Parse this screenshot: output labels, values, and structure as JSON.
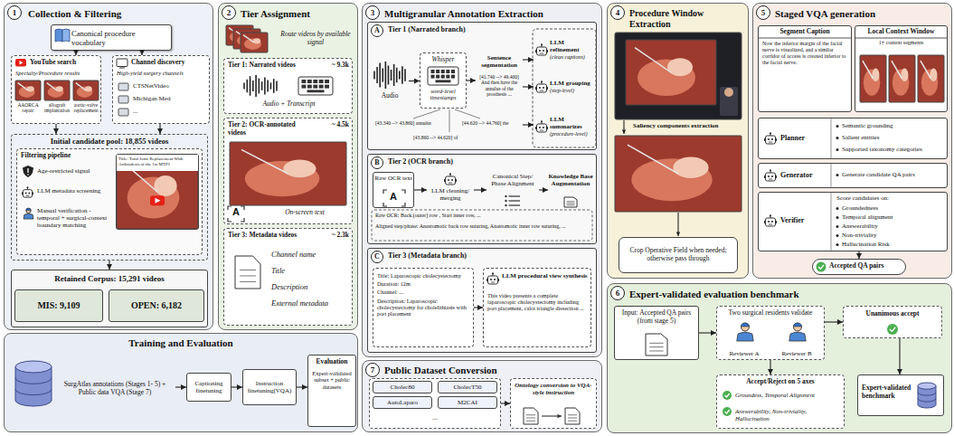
{
  "diagram": {
    "nodes": [
      {
        "text": [
          "Collection & Filtering"
        ]
      },
      {
        "text": [
          "1"
        ],
        "in": 0
      },
      {
        "text": [
          "Canonical procedure vocabulary"
        ],
        "in": 0
      },
      {
        "text": [
          "YouTube search",
          "Specialty/Procedure results",
          "AAORCA repair",
          "allograft implantation",
          "aortic-valve replacement"
        ],
        "in": 0
      },
      {
        "text": [
          "Channel discovery",
          "High-yield surgery channels",
          "CTSNetVideo",
          "Michigan Med",
          "..."
        ],
        "in": 0
      },
      {
        "text": [
          "Initial candidate pool: 18,855 videos"
        ],
        "in": 0
      },
      {
        "text": [
          "Filtering pipeline",
          "Age-restricted signal",
          "LLM metadata screening",
          "Manual verification - temporal + surgical-context boundary matching"
        ],
        "in": 5
      },
      {
        "text": [
          "Title: Total Joint Replacement With Arthrodesis of the 1st MTPJ"
        ],
        "in": 6
      },
      {
        "text": [
          "Retained Corpus: 15,291 videos"
        ],
        "in": 0
      },
      {
        "text": [
          "MIS: 9,109"
        ],
        "in": 8
      },
      {
        "text": [
          "OPEN: 6,182"
        ],
        "in": 8
      },
      {
        "text": [
          "Tier Assignment",
          "Route videos by available signal"
        ]
      },
      {
        "text": [
          "2"
        ],
        "in": 11
      },
      {
        "text": [
          "Tier 1: Narrated videos",
          "~ 9.3k",
          "Audio + Transcript"
        ],
        "in": 11
      },
      {
        "text": [
          "Tier 2: OCR-annotated videos",
          "~ 4.5k",
          "On-screen text"
        ],
        "in": 11
      },
      {
        "text": [
          "Tier 3: Metadata videos",
          "~ 2.3k",
          "Channel name",
          "Title",
          "Description",
          "External metadata"
        ],
        "in": 11
      },
      {
        "text": [
          "Multigranular Annotation Extraction"
        ]
      },
      {
        "text": [
          "3"
        ],
        "in": 16
      },
      {
        "text": [
          "Tier 1 (Narrated branch)",
          "[43.340 --> 43.860] annulus",
          "[44.620 --> 44.760] the",
          "[43.860 --> 44.620] of"
        ],
        "in": 16
      },
      {
        "text": [
          "A"
        ],
        "in": 18
      },
      {
        "text": [
          "Audio"
        ],
        "in": 18
      },
      {
        "text": [
          "Whisper",
          "word-level timestamps"
        ],
        "in": 18
      },
      {
        "text": [
          "Sentence segmentation",
          "[41.740 --> 49.400] And then have the annulus of the prosthesis ..."
        ],
        "in": 18
      },
      {
        "text": [
          "LLM refinement",
          "(clean captions)"
        ],
        "in": 18
      },
      {
        "text": [
          "LLM grouping",
          "(step-level)"
        ],
        "in": 18
      },
      {
        "text": [
          "LLM summarizes",
          "(procedure-level)"
        ],
        "in": 18
      },
      {
        "text": [
          "Tier 2 (OCR branch)",
          "Raw OCR: Back.(outer) row , Start inner row, ...",
          "Aligned step/phase: Anastomotic back row suturing, Anastomotic inner row suturing, ..."
        ],
        "in": 16
      },
      {
        "text": [
          "B"
        ],
        "in": 26
      },
      {
        "text": [
          "Raw OCR text"
        ],
        "in": 26
      },
      {
        "text": [
          "LLM cleaning/ merging"
        ],
        "in": 26
      },
      {
        "text": [
          "Canonical Step/ Phase Alignment"
        ],
        "in": 26
      },
      {
        "text": [
          "Knowledge Base Augmentation"
        ],
        "in": 26
      },
      {
        "text": [
          "Tier 3 (Metadata branch)"
        ],
        "in": 16
      },
      {
        "text": [
          "C"
        ],
        "in": 32
      },
      {
        "text": [
          "Title: Laparoscopic cholecystectomy",
          "Duration: 12m",
          "Channel: ...",
          "Description: Laparoscopic cholecystectomy for cholelithiasis with port placement"
        ],
        "in": 32
      },
      {
        "text": [
          "LLM procedural view synthesis",
          "This video presents a complete laparoscopic cholecystectomy including port placement, calot triangle dissection ..."
        ],
        "in": 32
      },
      {
        "text": [
          "Procedure Window Extraction",
          "Saliency components extraction"
        ]
      },
      {
        "text": [
          "4"
        ],
        "in": 36
      },
      {
        "text": [
          "Crop Operative Field when needed; otherwise pass through"
        ],
        "in": 36
      },
      {
        "text": [
          "Staged VQA generation"
        ]
      },
      {
        "text": [
          "5"
        ],
        "in": 39
      },
      {
        "text": [
          "Segment Caption",
          "Now the inferior margin of the facial nerve is visualized, and a similar corridor of access is created inferior to the facial nerve."
        ],
        "in": 39
      },
      {
        "text": [
          "Local Context Window",
          "1± context segments"
        ],
        "in": 39
      },
      {
        "text": [
          "Planner",
          "Semantic grounding",
          "Salient entities",
          "Supported taxonomy categories"
        ],
        "in": 39
      },
      {
        "text": [
          "Generator",
          "Generate candidate QA pairs"
        ],
        "in": 39
      },
      {
        "text": [
          "Verifier",
          "Score candidates on:",
          "Groundedness",
          "Temporal alignment",
          "Answerability",
          "Non-triviality",
          "Hallucination Risk"
        ],
        "in": 39
      },
      {
        "text": [
          "Accepted QA pairs"
        ],
        "in": 39
      },
      {
        "text": [
          "Expert-validated evaluation benchmark"
        ]
      },
      {
        "text": [
          "6"
        ],
        "in": 47
      },
      {
        "text": [
          "Input: Accepted QA pairs (from stage 5)"
        ],
        "in": 47
      },
      {
        "text": [
          "Two surgical residents validate",
          "Reviewer A",
          "Reviewer B"
        ],
        "in": 47
      },
      {
        "text": [
          "Unanimous accept"
        ],
        "in": 47
      },
      {
        "text": [
          "Accept/Reject on 5 axes",
          "Groundess, Temporal Alignment",
          "Answerability, Non-triviality, Hallucination"
        ],
        "in": 47
      },
      {
        "text": [
          "Expert-validated benchmark"
        ],
        "in": 47
      },
      {
        "text": [
          "Training and Evaluation"
        ]
      },
      {
        "text": [
          "SurgAtlas annotations (Stages 1- 5) + Public data VQA (Stage 7)"
        ],
        "in": 54
      },
      {
        "text": [
          "Captioning finetuning"
        ],
        "in": 54
      },
      {
        "text": [
          "Instruction finetuning(VQA)"
        ],
        "in": 54
      },
      {
        "text": [
          "Evaluation",
          "Expert-validated subset + public datasets"
        ],
        "in": 54
      },
      {
        "text": [
          "Public Dataset Conversion"
        ]
      },
      {
        "text": [
          "7"
        ],
        "in": 59
      },
      {
        "text": [
          "..."
        ],
        "in": 59
      },
      {
        "text": [
          "Cholec80"
        ],
        "in": 61
      },
      {
        "text": [
          "CholecT50"
        ],
        "in": 61
      },
      {
        "text": [
          "AutoLaparo"
        ],
        "in": 61
      },
      {
        "text": [
          "M2CAI"
        ],
        "in": 61
      },
      {
        "text": [
          "Ontology conversion to VQA-style instruction"
        ],
        "in": 59
      }
    ],
    "edges": [
      {
        "from": 2,
        "to": 3,
        "arrow": "to"
      },
      {
        "from": 2,
        "to": 4,
        "arrow": "to"
      },
      {
        "from": 3,
        "to": 5,
        "arrow": "to"
      },
      {
        "from": 4,
        "to": 5,
        "arrow": "to"
      },
      {
        "from": 5,
        "to": 8,
        "arrow": "to"
      },
      {
        "from": 20,
        "to": 21,
        "arrow": "to"
      },
      {
        "from": 21,
        "to": 22,
        "arrow": "to"
      },
      {
        "from": 22,
        "to": 23,
        "arrow": "to"
      },
      {
        "from": 22,
        "to": 24,
        "arrow": "to"
      },
      {
        "from": 22,
        "to": 25,
        "arrow": "to"
      },
      {
        "from": 28,
        "to": 29,
        "arrow": "to"
      },
      {
        "from": 29,
        "to": 30,
        "arrow": "to"
      },
      {
        "from": 30,
        "to": 31,
        "arrow": "to"
      },
      {
        "from": 34,
        "to": 35,
        "arrow": "to"
      },
      {
        "from": 45,
        "to": 46,
        "arrow": "to"
      },
      {
        "from": 49,
        "to": 50,
        "arrow": "to"
      },
      {
        "from": 50,
        "to": 51,
        "arrow": "to"
      },
      {
        "from": 51,
        "to": 53,
        "arrow": "to"
      },
      {
        "from": 50,
        "to": 52,
        "arrow": "to"
      },
      {
        "from": 55,
        "to": 56,
        "arrow": "to"
      },
      {
        "from": 56,
        "to": 57,
        "arrow": "to"
      },
      {
        "from": 57,
        "to": 58,
        "arrow": "to"
      },
      {
        "from": 61,
        "to": 66,
        "arrow": "to"
      }
    ],
    "labels": [
      "A",
      "A"
    ]
  }
}
